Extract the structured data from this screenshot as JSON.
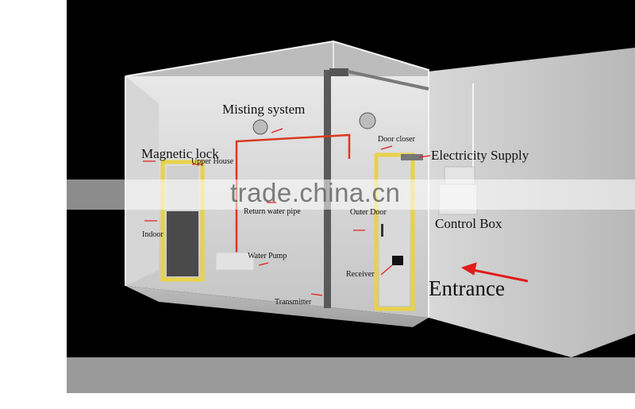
{
  "labels": {
    "misting_system": "Misting system",
    "magnetic_lock": "Magnetic lock",
    "upper_house": "Upper House",
    "door_closer": "Door closer",
    "electricity_supply": "Electricity Supply",
    "return_water_pipe": "Return water pipe",
    "outer_door": "Outer Door",
    "control_box": "Control Box",
    "indoor": "Indoor",
    "water_pump": "Water Pump",
    "receiver": "Receiver",
    "entrance": "Entrance",
    "transmitter": "Transmitter"
  },
  "watermark": "trade.china.cn",
  "colors": {
    "arrow": "#e01b1b",
    "pipe": "#d93a1e",
    "door_frame": "#e8d24a",
    "background": "#000000"
  }
}
